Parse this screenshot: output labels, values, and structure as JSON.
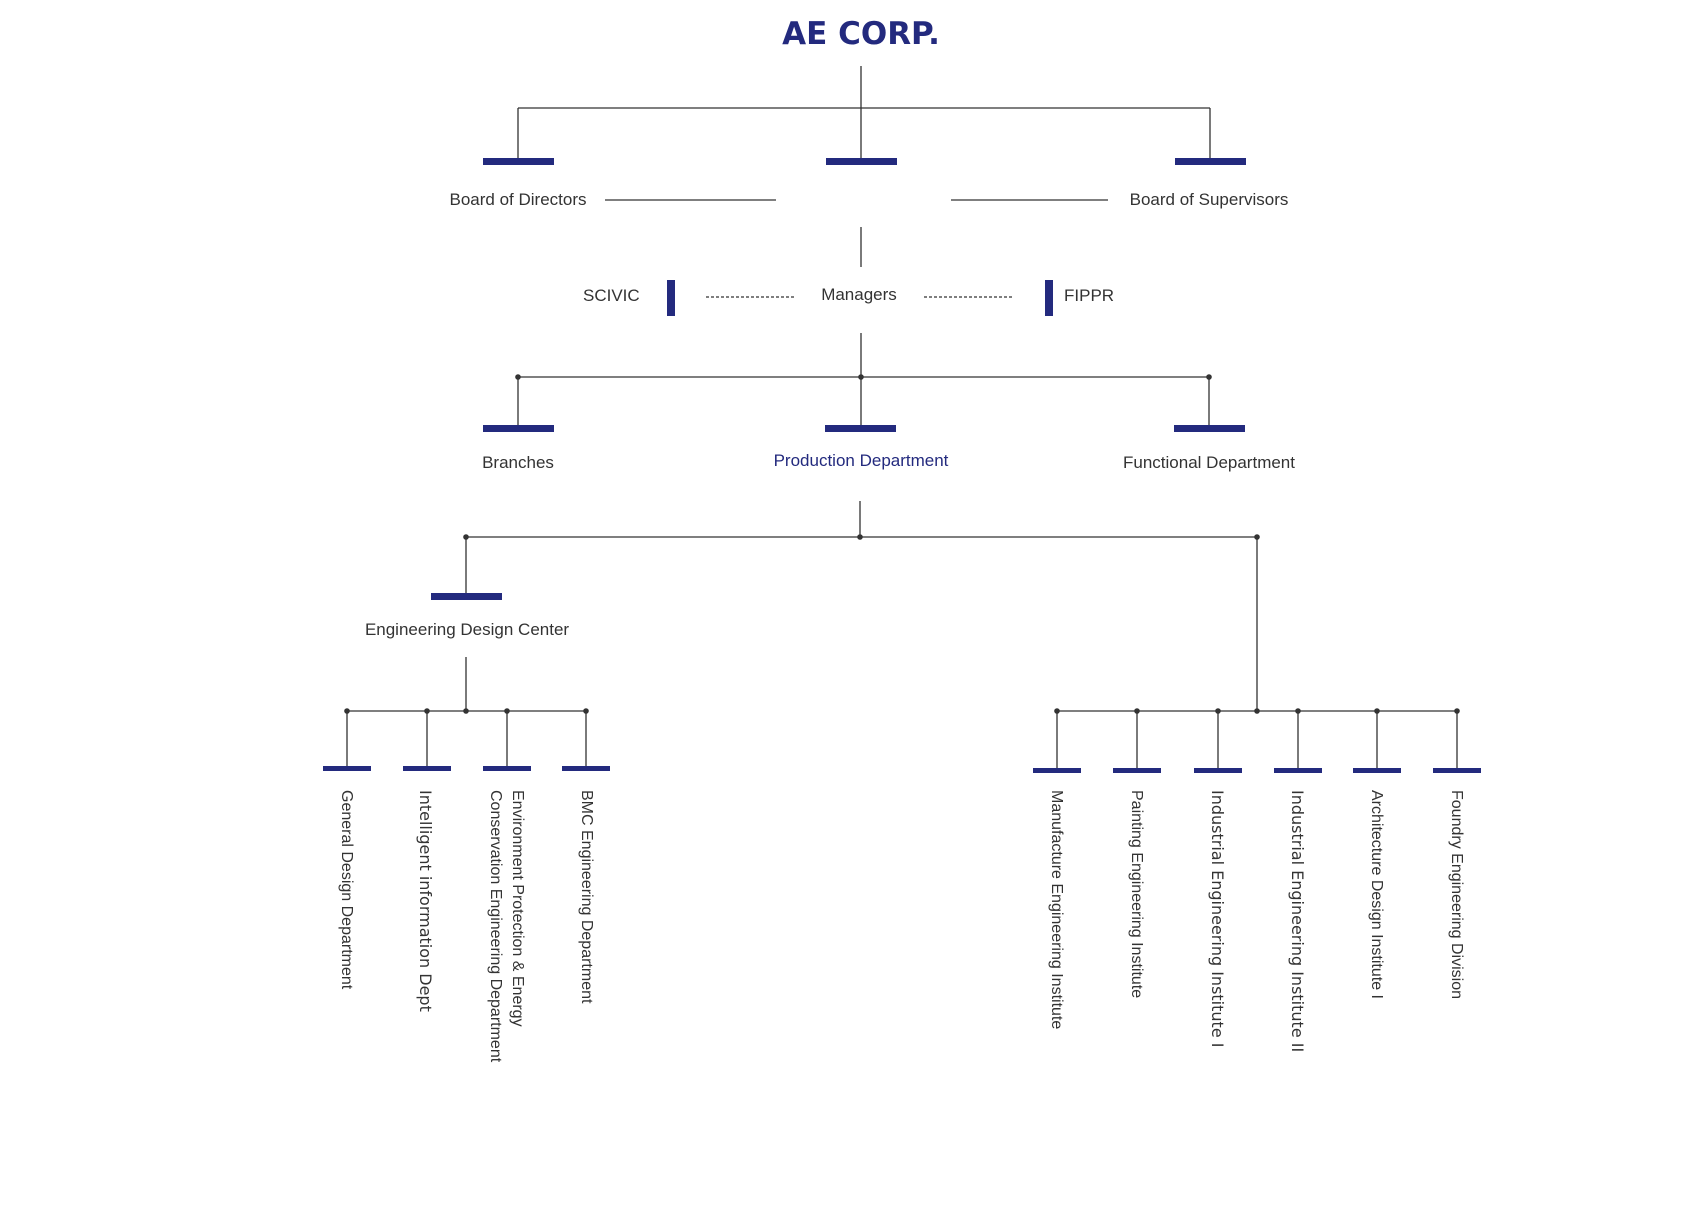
{
  "title": "AE CORP.",
  "colors": {
    "accent": "#232a7e",
    "line": "#333333",
    "text": "#333333"
  },
  "level1": {
    "left": "Board of Directors",
    "right": "Board of Supervisors"
  },
  "level2": {
    "left": "SCIVIC",
    "center": "Managers",
    "right": "FIPPR"
  },
  "level3": {
    "left": "Branches",
    "center": "Production Department",
    "right": "Functional Department"
  },
  "level4": {
    "left": "Engineering Design Center"
  },
  "design_center_depts": [
    "General Design Department",
    "Intelligent information Dept",
    "Environment Protection & Energy Conservation Engineering Department",
    "BMC Engineering Department"
  ],
  "institutes": [
    "Manufacture Engineering Institute",
    "Painting Engineering Institute",
    "Industrial Engineering Institute I",
    "Industrial Engineering Institute II",
    "Architecture Design Institute I",
    "Foundry Engineering Division"
  ]
}
